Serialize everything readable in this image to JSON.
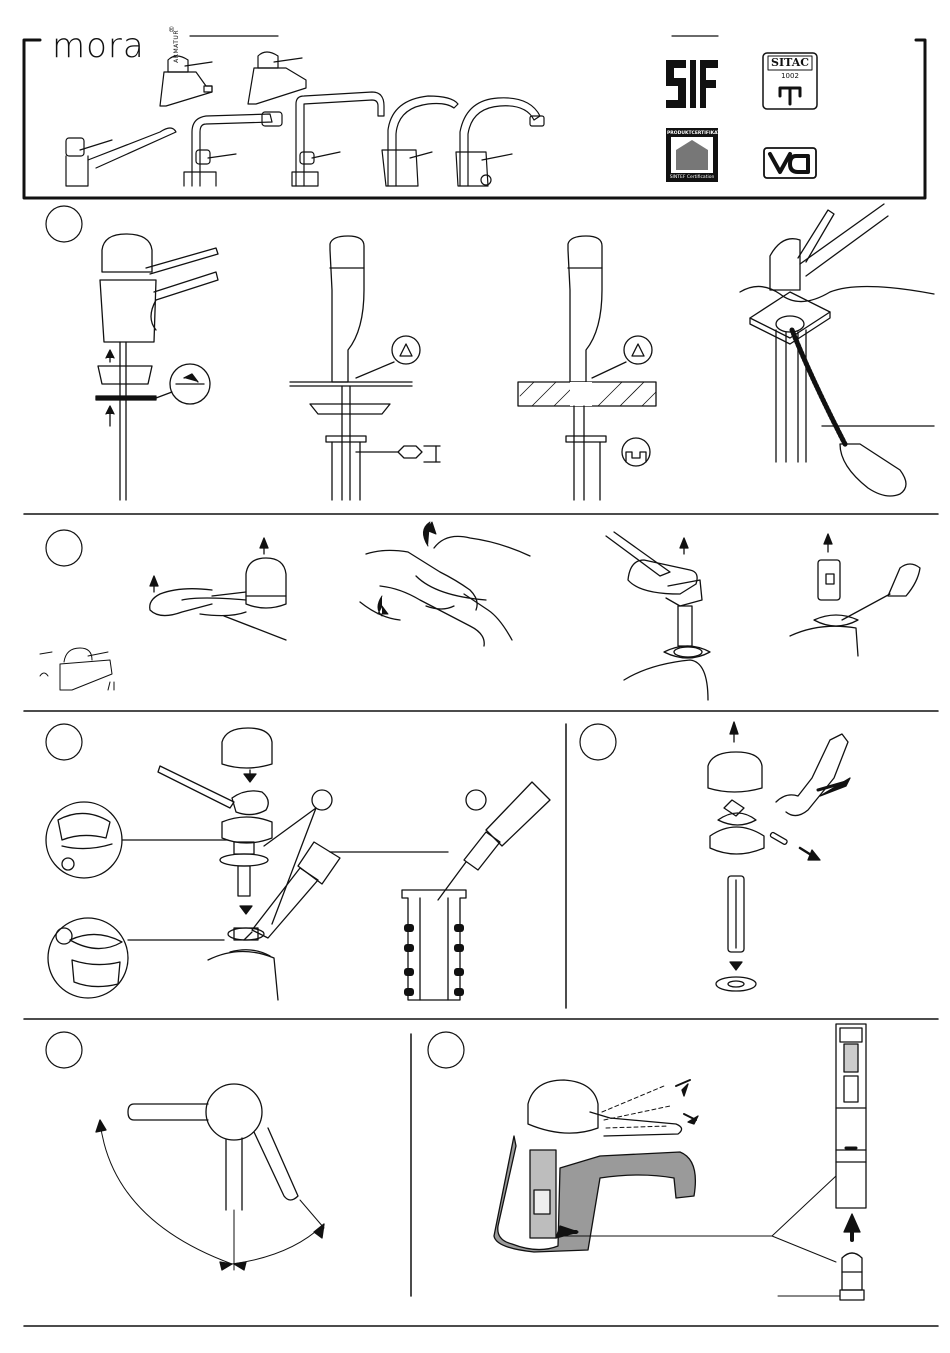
{
  "header": {
    "brand": "mora",
    "brand_reg": "®",
    "brand_sub": "ARMATUR"
  },
  "certifications": {
    "stf": "STF",
    "sitac_title": "SITAC",
    "sitac_number": "1002",
    "product_cert_title": "PRODUKTCERTIFIKAT",
    "product_cert_bottom": "SINTEF Certification",
    "va": "VA"
  },
  "steps": [
    {
      "id": 1,
      "number": ""
    },
    {
      "id": 2,
      "number": ""
    },
    {
      "id": 3,
      "number": ""
    },
    {
      "id": 4,
      "number": ""
    },
    {
      "id": 5,
      "number": ""
    },
    {
      "id": 6,
      "number": ""
    }
  ]
}
